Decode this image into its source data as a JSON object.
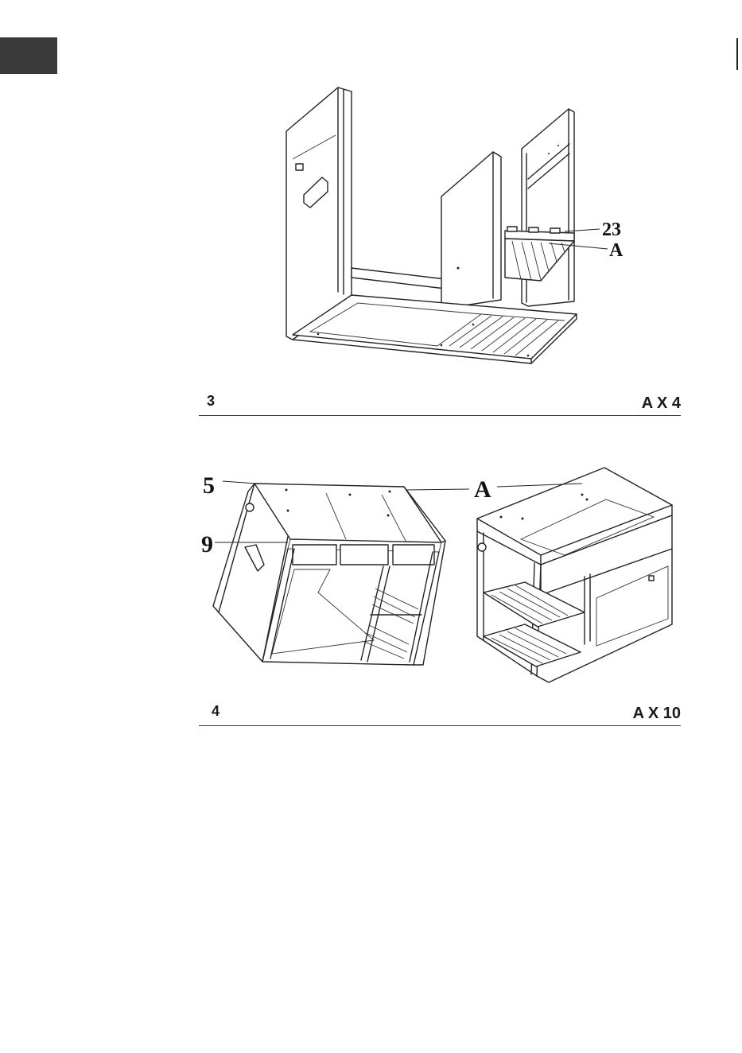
{
  "steps": [
    {
      "number": "3",
      "quantity": "A X 4",
      "callouts": {
        "part_23": "23",
        "fastener_a": "A"
      }
    },
    {
      "number": "4",
      "quantity": "A X 10",
      "callouts": {
        "part_5": "5",
        "part_9": "9",
        "fastener_a": "A"
      }
    }
  ]
}
